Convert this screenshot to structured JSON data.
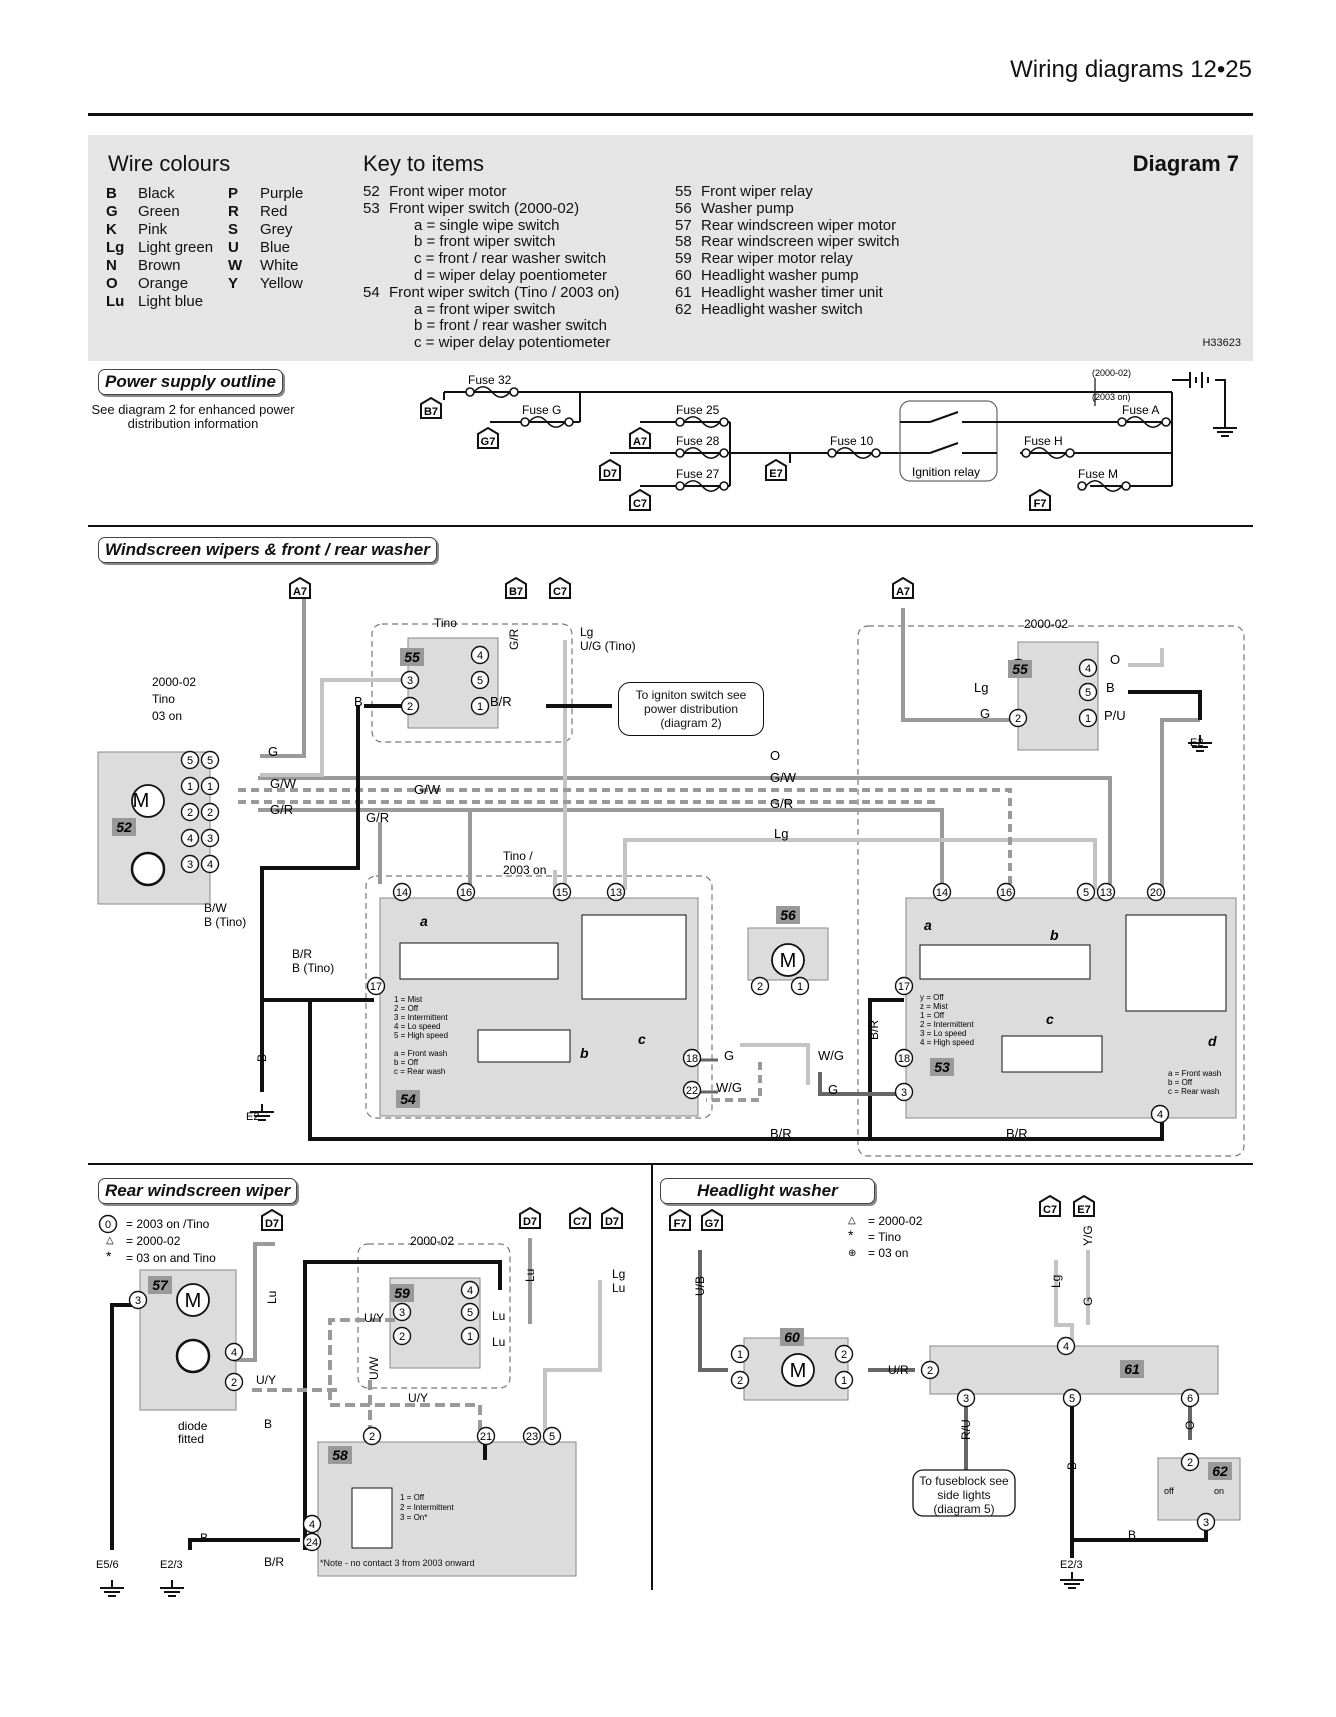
{
  "header": {
    "title": "Wiring diagrams  12•25"
  },
  "key_panel": {
    "wire_colours_title": "Wire colours",
    "wire_colours_left": [
      {
        "code": "B",
        "name": "Black"
      },
      {
        "code": "G",
        "name": "Green"
      },
      {
        "code": "K",
        "name": "Pink"
      },
      {
        "code": "Lg",
        "name": "Light green"
      },
      {
        "code": "N",
        "name": "Brown"
      },
      {
        "code": "O",
        "name": "Orange"
      },
      {
        "code": "Lu",
        "name": "Light blue"
      }
    ],
    "wire_colours_right": [
      {
        "code": "P",
        "name": "Purple"
      },
      {
        "code": "R",
        "name": "Red"
      },
      {
        "code": "S",
        "name": "Grey"
      },
      {
        "code": "U",
        "name": "Blue"
      },
      {
        "code": "W",
        "name": "White"
      },
      {
        "code": "Y",
        "name": "Yellow"
      }
    ],
    "key_title": "Key to items",
    "key_left": [
      {
        "num": "52",
        "text": "Front wiper motor"
      },
      {
        "num": "53",
        "text": "Front wiper switch (2000-02)"
      },
      {
        "num": "",
        "text": "a = single wipe switch"
      },
      {
        "num": "",
        "text": "b = front wiper switch"
      },
      {
        "num": "",
        "text": "c = front / rear washer switch"
      },
      {
        "num": "",
        "text": "d = wiper delay poentiometer"
      },
      {
        "num": "54",
        "text": "Front wiper switch (Tino / 2003 on)"
      },
      {
        "num": "",
        "text": "a = front wiper switch"
      },
      {
        "num": "",
        "text": "b = front / rear washer switch"
      },
      {
        "num": "",
        "text": "c = wiper delay potentiometer"
      }
    ],
    "key_right": [
      {
        "num": "55",
        "text": "Front wiper relay"
      },
      {
        "num": "56",
        "text": "Washer pump"
      },
      {
        "num": "57",
        "text": "Rear windscreen wiper motor"
      },
      {
        "num": "58",
        "text": "Rear windscreen wiper switch"
      },
      {
        "num": "59",
        "text": "Rear wiper motor relay"
      },
      {
        "num": "60",
        "text": "Headlight washer pump"
      },
      {
        "num": "61",
        "text": "Headlight washer timer unit"
      },
      {
        "num": "62",
        "text": "Headlight washer switch"
      }
    ],
    "diagram_label": "Diagram 7",
    "ref_code": "H33623"
  },
  "power_supply": {
    "title": "Power supply outline",
    "note": "See diagram 2 for enhanced power distribution information",
    "fuses": [
      "Fuse 32",
      "Fuse G",
      "Fuse 25",
      "Fuse 28",
      "Fuse 27",
      "Fuse 10",
      "Fuse H",
      "Fuse A",
      "Fuse M"
    ],
    "connectors": [
      "B7",
      "G7",
      "A7",
      "D7",
      "C7",
      "E7",
      "F7"
    ],
    "relay_label": "Ignition relay",
    "variant_top": "(2000-02)",
    "variant_bottom": "(2003 on)"
  },
  "wipers_section": {
    "title": "Windscreen wipers & front / rear washer",
    "motor_variants": [
      "2000-02",
      "Tino",
      "03 on"
    ],
    "tino_label": "Tino",
    "tino_2003_label": "Tino /\n2003 on",
    "variant_2000": "2000-02",
    "ignition_note": "To igniton switch see power distribution (diagram 2)",
    "lg_tino": "Lg\nU/G (Tino)",
    "bw_tino": "B/W\nB (Tino)",
    "br_tino": "B/R\nB (Tino)",
    "switch54_legend": [
      "1 = Mist",
      "2 = Off",
      "3 = Intermittent",
      "4 = Lo speed",
      "5 = High speed",
      "",
      "a = Front wash",
      "b = Off",
      "c = Rear wash"
    ],
    "switch53_legend": [
      "y = Off",
      "z = Mist",
      "1 = Off",
      "2 = Intermittent",
      "3 = Lo speed",
      "4 = High speed"
    ],
    "switch53_wash": [
      "a = Front wash",
      "b = Off",
      "c = Rear wash"
    ],
    "wire_labels": [
      "G",
      "G/W",
      "G/R",
      "O",
      "Lg",
      "B/R",
      "W/G",
      "B"
    ]
  },
  "rear_wiper_section": {
    "title": "Rear windscreen wiper",
    "legend": [
      "= 2003 on /Tino",
      "= 2000-02",
      "= 03 on and Tino"
    ],
    "diode_note": "diode\nfitted",
    "variant_2000": "2000-02",
    "switch58_legend": [
      "1 = Off",
      "2 = Intermittent",
      "3 = On*"
    ],
    "footnote": "*Note - no contact 3 from 2003 onward"
  },
  "headlight_section": {
    "title": "Headlight washer",
    "legend": [
      "= 2000-02",
      "= Tino",
      "= 03 on"
    ],
    "fuseblock_note": "To fuseblock see side lights (diagram 5)",
    "switch62": {
      "off": "off",
      "on": "on"
    }
  },
  "colors": {
    "panel": "#e5e5e5",
    "wire_grey": "#9a9a9a",
    "wire_light": "#c4c4c4",
    "component": "#dcdcdc"
  }
}
